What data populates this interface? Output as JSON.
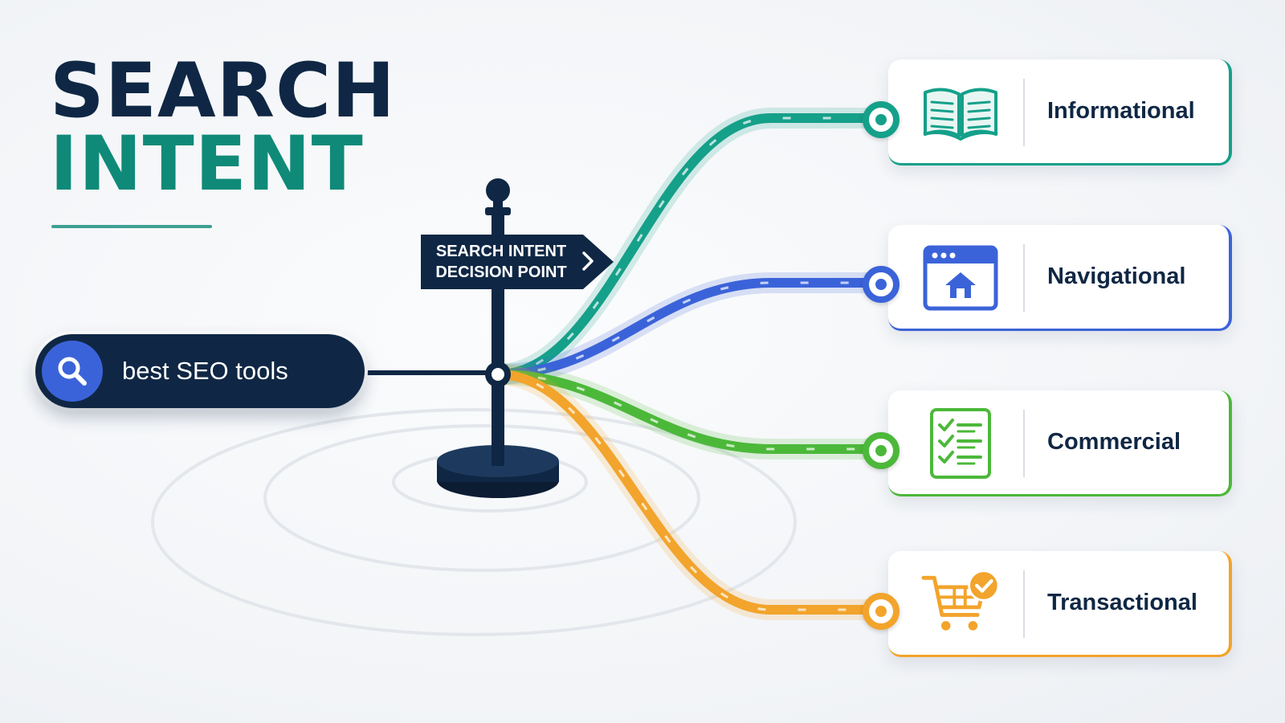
{
  "title": {
    "line1": "SEARCH",
    "line2": "INTENT"
  },
  "search": {
    "query": "best SEO tools"
  },
  "signpost": {
    "text_line1": "SEARCH INTENT",
    "text_line2": "DECISION POINT"
  },
  "colors": {
    "navy": "#0f2744",
    "teal": "#15a08a",
    "blue": "#3b63d9",
    "green": "#4cb83a",
    "orange": "#f2a42c"
  },
  "intents": [
    {
      "label": "Informational",
      "icon": "open-book-icon",
      "color": "#15a08a"
    },
    {
      "label": "Navigational",
      "icon": "browser-home-icon",
      "color": "#3b63d9"
    },
    {
      "label": "Commercial",
      "icon": "checklist-icon",
      "color": "#4cb83a"
    },
    {
      "label": "Transactional",
      "icon": "shopping-cart-check-icon",
      "color": "#f2a42c"
    }
  ]
}
